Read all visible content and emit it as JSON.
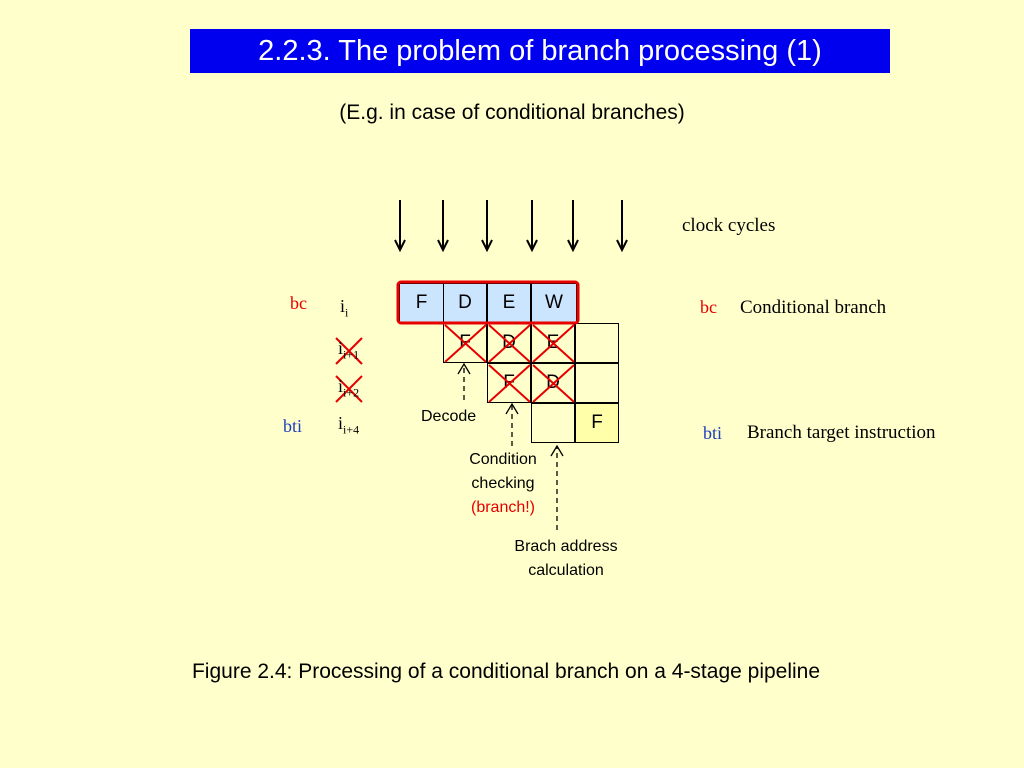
{
  "title": "2.2.3. The problem of branch processing (1)",
  "subtitle": "(E.g. in case of conditional branches)",
  "clock_label": "clock cycles",
  "left_labels": {
    "bc": "bc",
    "bti": "bti"
  },
  "instructions": [
    {
      "base": "i",
      "sub": "i"
    },
    {
      "base": "i",
      "sub": "i+1"
    },
    {
      "base": "i",
      "sub": "i+2"
    },
    {
      "base": "i",
      "sub": "i+4"
    }
  ],
  "pipeline_rows": [
    [
      "F",
      "D",
      "E",
      "W"
    ],
    [
      "F",
      "D",
      "E",
      ""
    ],
    [
      "F",
      "D",
      ""
    ],
    [
      "",
      "F"
    ]
  ],
  "annotations": {
    "decode": "Decode",
    "condition_line1": "Condition",
    "condition_line2": "checking",
    "condition_line3": "(branch!)",
    "address_line1": "Brach address",
    "address_line2": "calculation"
  },
  "legend": [
    {
      "abbr": "bc",
      "text": "Conditional branch"
    },
    {
      "abbr": "bti",
      "text": "Branch target instruction"
    }
  ],
  "caption": "Figure 2.4: Processing of a conditional branch on a 4-stage pipeline",
  "colors": {
    "background": "#ffffcc",
    "title_bar": "#0000ee",
    "highlight_red": "#e60000",
    "label_blue": "#1f3dbd",
    "stage_blue": "#cce5ff",
    "stage_yellow": "#ffffaa"
  }
}
